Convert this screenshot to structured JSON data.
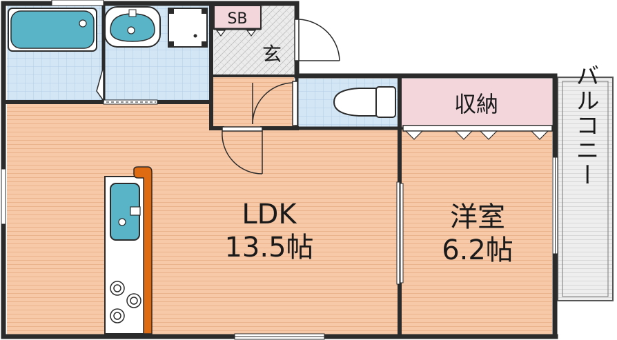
{
  "labels": {
    "sb": "SB",
    "genkan": "玄",
    "shuno": "収納",
    "balcony": "バルコニー",
    "ldk_name": "LDK",
    "ldk_size": "13.5帖",
    "yoshitsu_name": "洋室",
    "yoshitsu_size": "6.2帖"
  },
  "colors": {
    "floor_wood": "#f7c9a8",
    "floor_wood_line": "#eab38c",
    "tile": "#cfe2f2",
    "tile_line": "#a9c7e2",
    "storage": "#f2d6dc",
    "wall": "#2b2b2b",
    "fixture": "#5ab4c8",
    "counter": "#de6a12",
    "balcony": "#e9e9e9"
  }
}
